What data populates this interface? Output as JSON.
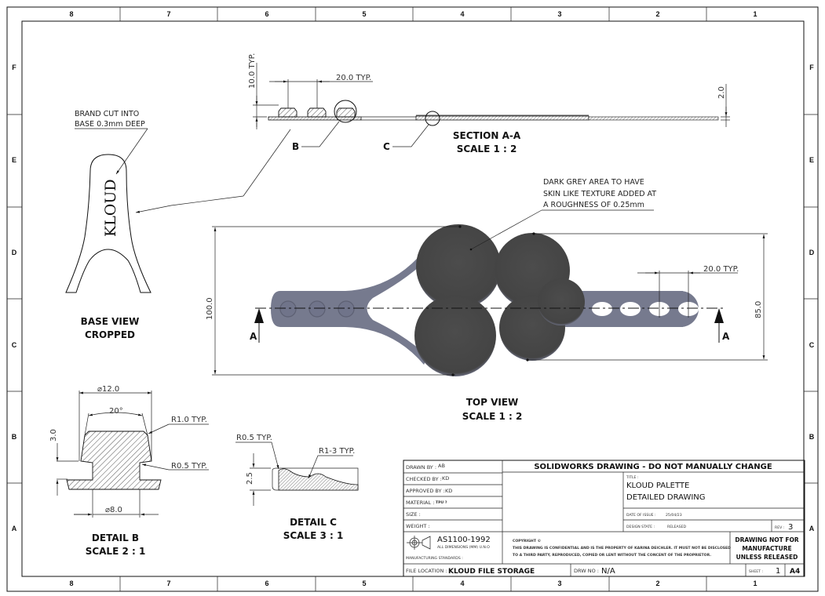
{
  "sheet": {
    "column_zones": [
      "8",
      "7",
      "6",
      "5",
      "4",
      "3",
      "2",
      "1"
    ],
    "row_zones": [
      "F",
      "E",
      "D",
      "C",
      "B",
      "A"
    ]
  },
  "views": {
    "section_aa": {
      "title": "SECTION A-A",
      "scale": "SCALE 1 : 2",
      "dims": {
        "height": "10.0 TYP.",
        "pitch": "20.0 TYP.",
        "thickness": "2.0"
      },
      "detail_callouts": {
        "b": "B",
        "c": "C"
      }
    },
    "base_view": {
      "title": "BASE VIEW",
      "subtitle": "CROPPED",
      "note_line1": "BRAND CUT INTO",
      "note_line2": "BASE 0.3mm DEEP",
      "brand_text": "KLOUD"
    },
    "top_view": {
      "title": "TOP VIEW",
      "scale": "SCALE 1 : 2",
      "note_line1": "DARK GREY AREA TO HAVE",
      "note_line2": "SKIN LIKE TEXTURE ADDED AT",
      "note_line3": "A ROUGHNESS OF 0.25mm",
      "dims": {
        "overall_height": "100.0",
        "pad_height": "85.0",
        "hole_pitch": "20.0 TYP."
      },
      "section_marker": "A",
      "colors": {
        "body": "#767a8e",
        "pad": "#4a4a4a"
      }
    },
    "detail_b": {
      "title": "DETAIL B",
      "scale": "SCALE 2 : 1",
      "dims": {
        "top_dia": "⌀12.0",
        "angle": "20°",
        "fillet_top": "R1.0 TYP.",
        "fillet_bottom": "R0.5 TYP.",
        "height": "3.0",
        "base_dia": "⌀8.0"
      }
    },
    "detail_c": {
      "title": "DETAIL C",
      "scale": "SCALE 3 : 1",
      "dims": {
        "fillet_small": "R0.5 TYP.",
        "fillet_range": "R1-3 TYP.",
        "thickness": "2.5"
      }
    }
  },
  "title_block": {
    "drawn_by_label": "DRAWN BY :",
    "drawn_by": "AB",
    "checked_by_label": "CHECKED BY :",
    "checked_by": "KD",
    "approved_by_label": "APPROVED BY :",
    "approved_by": "KD",
    "material_label": "MATERIAL :",
    "material": "TPU ?",
    "size_label": "SIZE :",
    "weight_label": "WEIGHT :",
    "standard": "AS1100-1992",
    "units_note": "ALL DIMENSIONS (MM) U.N.O",
    "mfg_standards_label": "MANUFACTURING STANDARDS :",
    "header": "SOLIDWORKS DRAWING - DO NOT MANUALLY CHANGE",
    "title_label": "TITLE :",
    "title_line1": "KLOUD PALETTE",
    "title_line2": "DETAILED DRAWING",
    "date_label": "DATE OF ISSUE :",
    "date": "25/04/23",
    "state_label": "DESIGN STATE :",
    "state": "RELEASED",
    "rev_label": "REV :",
    "rev": "3",
    "copyright_label": "COPYRIGHT ©",
    "copyright_line1": "THIS DRAWING IS CONFIDENTIAL AND IS THE PROPERTY OF KARINA DEICHLER. IT MUST NOT BE DISCLOSED",
    "copyright_line2": "TO A THIRD PARTY, REPRODUCED, COPIED OR LENT WITHOUT THE CONCENT OF THE PROPRIETOR.",
    "warning_line1": "DRAWING NOT FOR",
    "warning_line2": "MANUFACTURE",
    "warning_line3": "UNLESS RELEASED",
    "file_location_label": "FILE LOCATION :",
    "file_location": "KLOUD FILE STORAGE",
    "drw_no_label": "DRW NO :",
    "drw_no": "N/A",
    "sheet_label": "SHEET :",
    "sheet": "1",
    "paper_size": "A4"
  }
}
